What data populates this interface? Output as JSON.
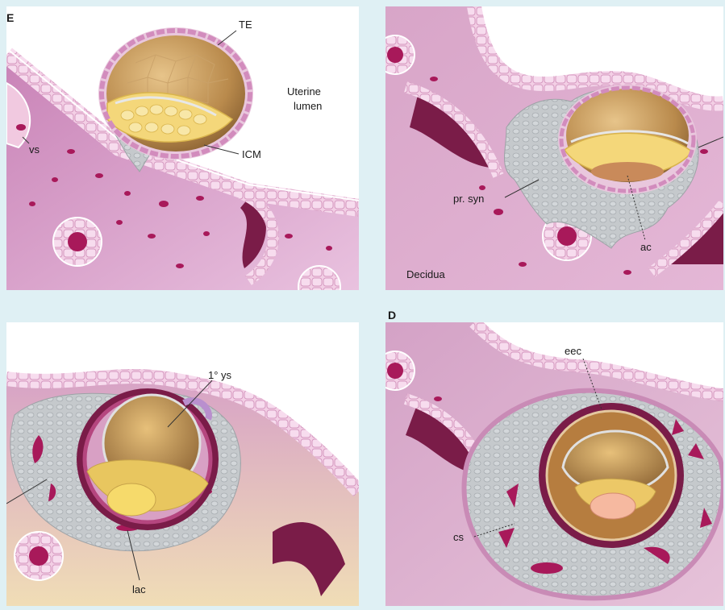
{
  "labels": {
    "te": "TE",
    "uterine_lumen_1": "Uterine",
    "uterine_lumen_2": "lumen",
    "icm": "ICM",
    "vs": "vs",
    "pr_syn": "pr. syn",
    "ac": "ac",
    "decidua": "Decidua",
    "ys": "1° ys",
    "lac": "lac",
    "eec": "eec",
    "cs": "cs"
  },
  "panel_letters": {
    "a": "E",
    "d": "D"
  },
  "colors": {
    "background": "#dff0f4",
    "decidua": "#d9a3c9",
    "epithelium": "#f2cbe3",
    "cell_border": "#ffffff",
    "vessel": "#a8195a",
    "trophoblast_gray": "#c9cdd0",
    "blastocoel": "#b88a4a",
    "icm_yellow": "#f4d77a",
    "wall_dark": "#7a1c48"
  }
}
